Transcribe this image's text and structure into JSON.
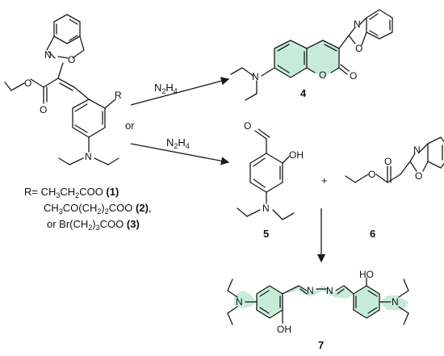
{
  "reagents": {
    "upper": {
      "prefix": "N",
      "sub": "2",
      "mid": "H",
      "sub2": "4"
    },
    "lower": {
      "prefix": "N",
      "sub": "2",
      "mid": "H",
      "sub2": "4"
    },
    "or_word": "or"
  },
  "substituent": {
    "r_label": "R",
    "line1": {
      "prefix": "R= CH",
      "s1": "3",
      "a": "CH",
      "s2": "2",
      "b": "COO ",
      "num": "(1)"
    },
    "line2": {
      "prefix": "CH",
      "s1": "3",
      "a": "CO(CH",
      "s2": "2",
      "b": ")",
      "s3": "2",
      "c": "COO ",
      "num": "(2)",
      "tail": ","
    },
    "line3": {
      "prefix": "or Br(CH",
      "s1": "2",
      "a": ")",
      "s2": "3",
      "b": "COO ",
      "num": "(3)"
    }
  },
  "atoms": {
    "n": "N",
    "o": "O",
    "oh": "OH",
    "ho": "HO"
  },
  "compounds": {
    "c4": "4",
    "c5": "5",
    "c6": "6",
    "c7": "7"
  },
  "plus": "+",
  "colors": {
    "highlight": "#c6ecd9",
    "ink": "#1a1a1a"
  }
}
